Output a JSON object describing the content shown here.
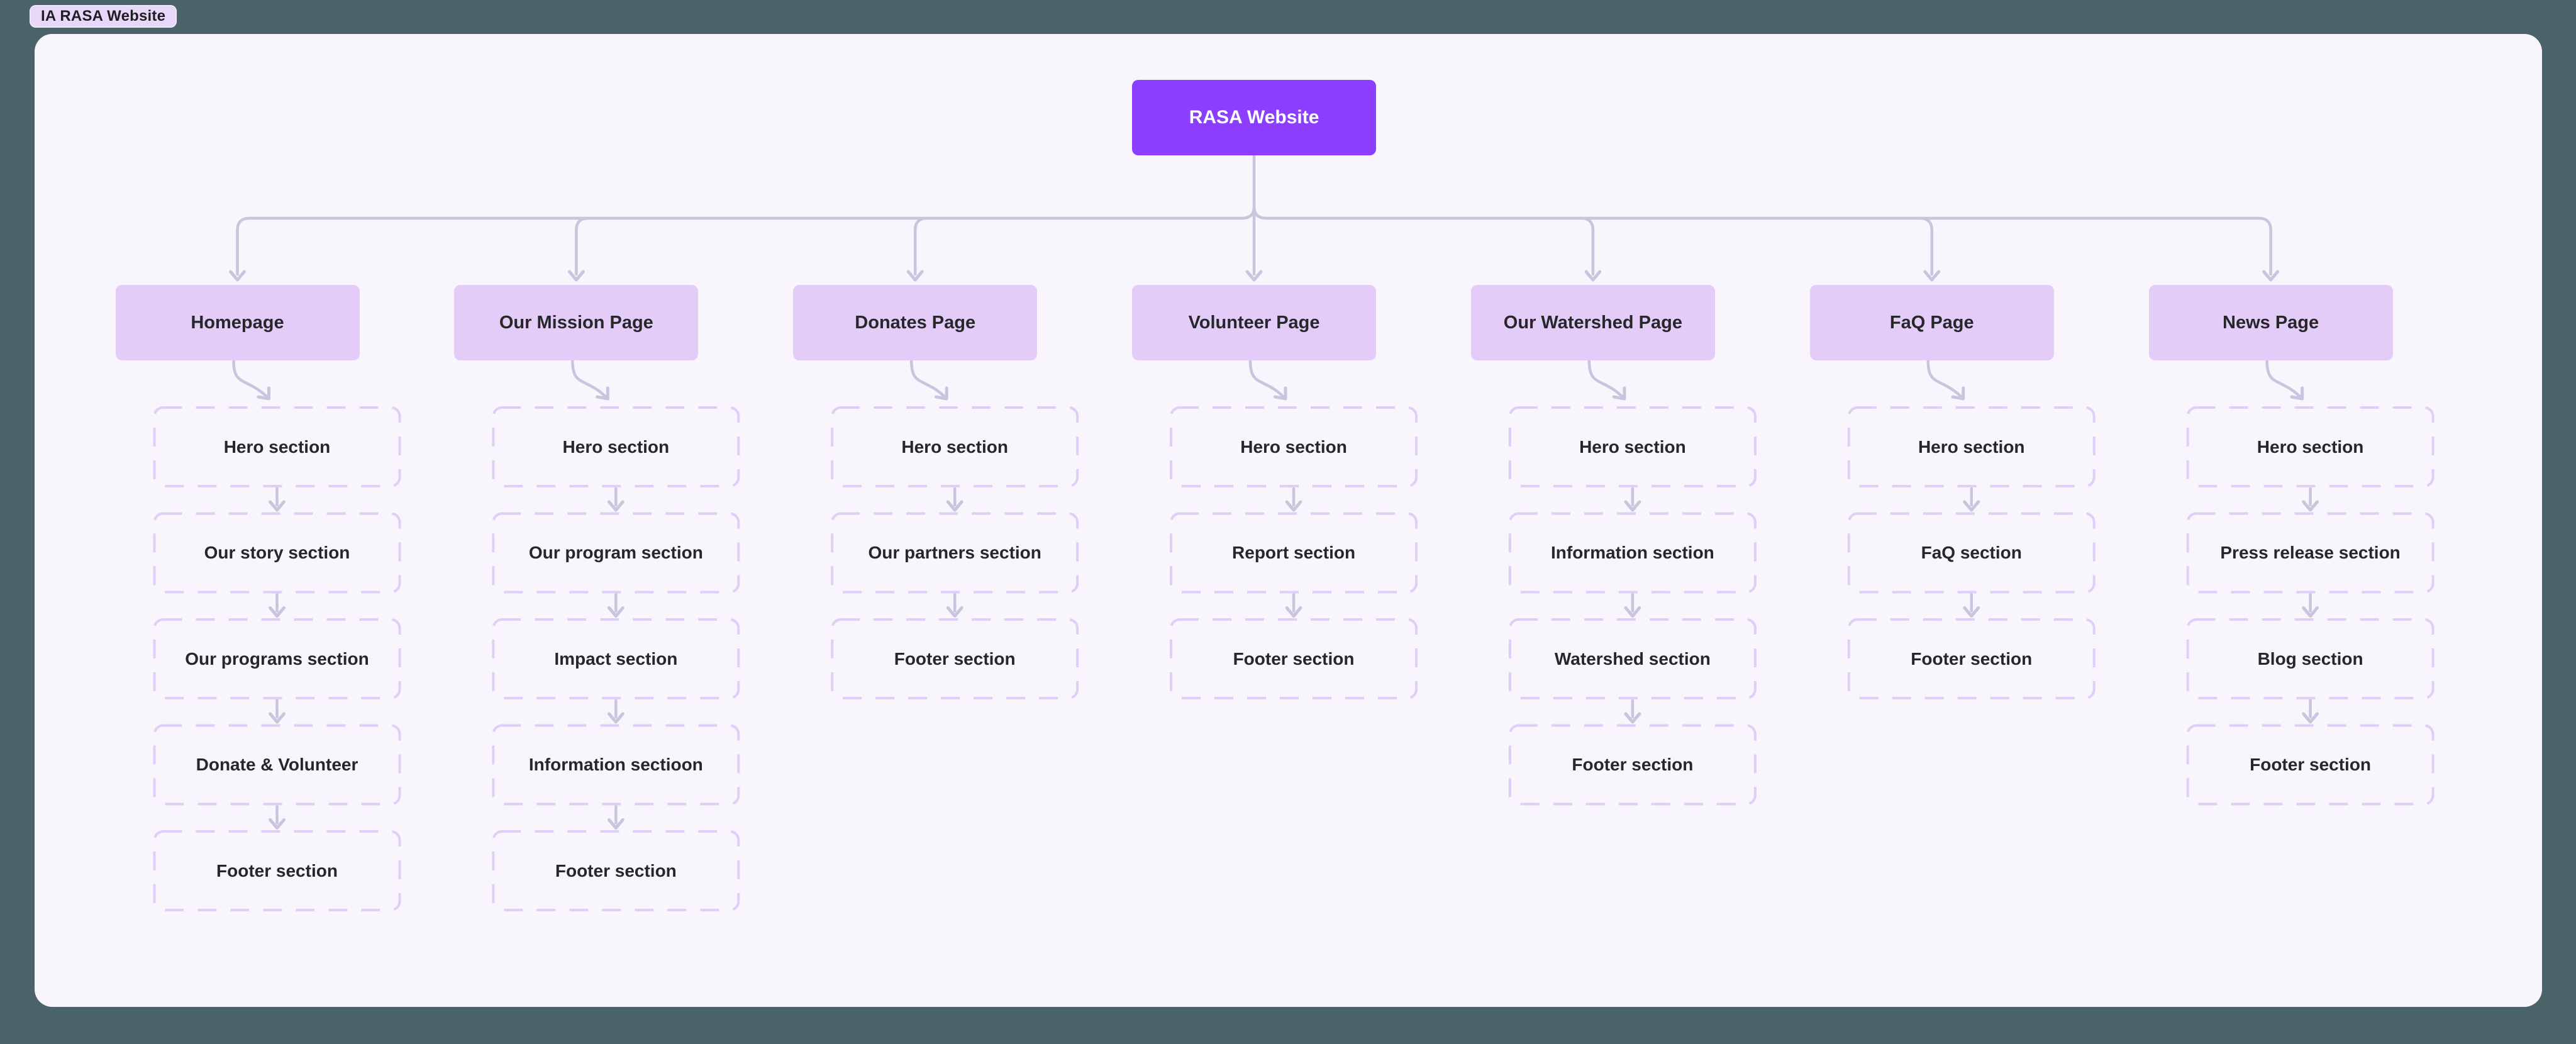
{
  "badge": {
    "label": "IA RASA Website"
  },
  "root": {
    "label": "RASA Website"
  },
  "pages": [
    {
      "label": "Homepage",
      "sections": [
        "Hero section",
        "Our story section",
        "Our programs section",
        "Donate & Volunteer",
        "Footer section"
      ]
    },
    {
      "label": "Our Mission Page",
      "sections": [
        "Hero section",
        "Our program section",
        "Impact section",
        "Information sectioon",
        "Footer section"
      ]
    },
    {
      "label": "Donates Page",
      "sections": [
        "Hero section",
        "Our partners section",
        "Footer section"
      ]
    },
    {
      "label": "Volunteer Page",
      "sections": [
        "Hero section",
        "Report section",
        "Footer section"
      ]
    },
    {
      "label": "Our Watershed Page",
      "sections": [
        "Hero section",
        "Information section",
        "Watershed section",
        "Footer section"
      ]
    },
    {
      "label": "FaQ Page",
      "sections": [
        "Hero section",
        "FaQ section",
        "Footer section"
      ]
    },
    {
      "label": "News Page",
      "sections": [
        "Hero section",
        "Press release section",
        "Blog section",
        "Footer section"
      ]
    }
  ],
  "colors": {
    "outer_bg": "#4B646A",
    "canvas_bg": "#F8F5FC",
    "accent": "#8B3EFE",
    "page_fill": "#E3CDF8",
    "dash_border": "#DFCFF5",
    "connector": "#C8C5DF",
    "text_dark": "#26262B",
    "root_text": "#FFFFFF",
    "badge_bg": "#E8D7F8",
    "badge_text": "#1E1E23"
  }
}
